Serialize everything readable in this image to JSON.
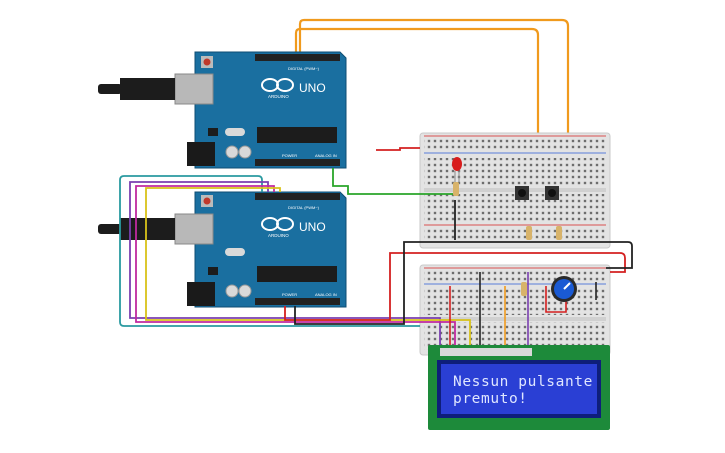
{
  "boards": [
    {
      "id": "arduino-top",
      "brand": "ARDUINO",
      "model": "UNO",
      "header_digital": "DIGITAL (PWM~)",
      "header_power": "POWER",
      "header_analog": "ANALOG IN"
    },
    {
      "id": "arduino-bottom",
      "brand": "ARDUINO",
      "model": "UNO",
      "header_digital": "DIGITAL (PWM~)",
      "header_power": "POWER",
      "header_analog": "ANALOG IN"
    }
  ],
  "lcd": {
    "line1": "Nessun pulsante",
    "line2": "premuto!",
    "background_color": "#2a3fd4",
    "bezel_color": "#1d8a3a"
  },
  "colors": {
    "board": "#1a6fa0",
    "wire_orange": "#f09a1d",
    "wire_red": "#d42020",
    "wire_black": "#222222",
    "wire_green": "#2aa52a",
    "wire_purple": "#7a3fb0",
    "wire_magenta": "#c02aa0",
    "wire_yellow": "#d8c21a",
    "wire_teal": "#2a9aa0",
    "led_red": "#d81d1d",
    "breadboard": "#e6e6e6"
  },
  "icons": [
    "usb-cable-icon",
    "led-icon",
    "pushbutton-icon",
    "potentiometer-icon",
    "resistor-icon"
  ]
}
